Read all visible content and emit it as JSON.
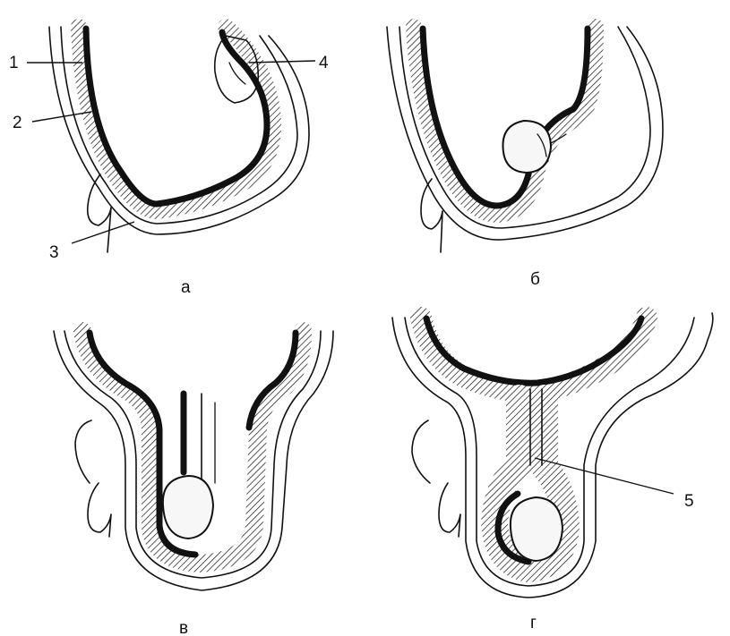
{
  "panels": [
    {
      "label": "а"
    },
    {
      "label": "б"
    },
    {
      "label": "в"
    },
    {
      "label": "г"
    }
  ],
  "callouts": [
    "1",
    "2",
    "3",
    "4",
    "5"
  ]
}
